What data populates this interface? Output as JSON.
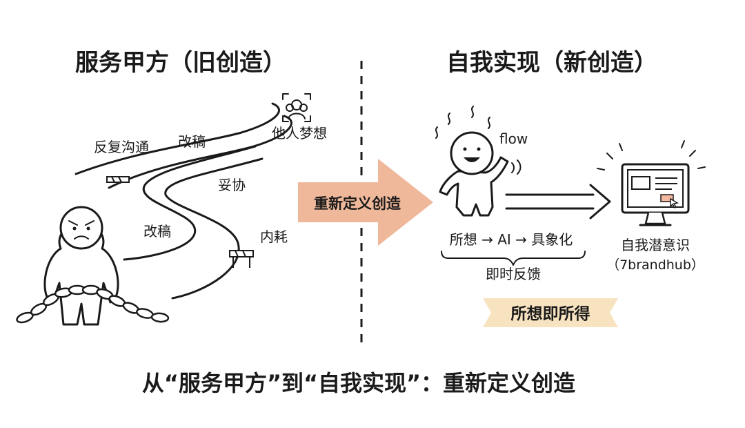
{
  "left": {
    "title": "服务甲方（旧创造）",
    "path_labels": [
      "反复沟通",
      "改稿",
      "他人梦想",
      "妥协",
      "改稿",
      "内耗"
    ]
  },
  "middle": {
    "arrow_label": "重新定义创造",
    "arrow_color": "#f0b89a"
  },
  "right": {
    "title": "自我实现（新创造）",
    "flow_label": "flow",
    "process": "所想 → AI → 具象化",
    "feedback": "即时反馈",
    "target_title": "自我潜意识",
    "target_sub": "（7brandhub）",
    "banner": "所想即所得",
    "banner_color": "#f7e3c0"
  },
  "caption": "从“服务甲方”到“自我实现”：重新定义创造",
  "icons": [
    "people-icon",
    "chain-icon",
    "monitor-icon",
    "cursor-icon"
  ]
}
